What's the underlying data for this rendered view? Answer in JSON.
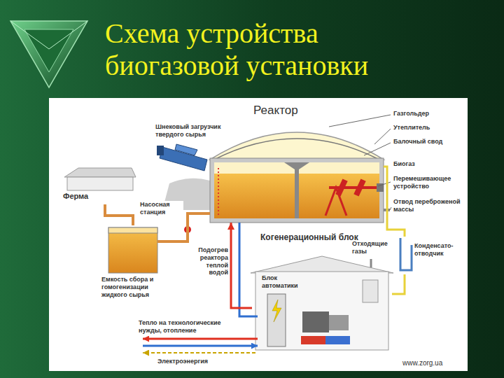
{
  "diagram": {
    "title": "Схема устройства биогазовой установки",
    "nodes": [
      {
        "text": [
          "Ферма"
        ]
      },
      {
        "text": [
          "Емкость сбора и гомогенизации жидкого сырья"
        ]
      },
      {
        "text": [
          "Реактор"
        ]
      },
      {
        "text": [
          "Когенерационный блок"
        ]
      },
      {
        "text": [
          "Блок автоматики"
        ],
        "in": 3
      },
      {
        "text": [
          "Конденсато-отводчик"
        ]
      }
    ],
    "edges": [
      {
        "from": 0,
        "to": 1,
        "arrow": "none"
      },
      {
        "from": 1,
        "to": 2,
        "arrow": "none"
      },
      {
        "from": 2,
        "to": 5,
        "arrow": "none"
      },
      {
        "from": 5,
        "to": 3,
        "arrow": "none"
      },
      {
        "from": 3,
        "to": 2,
        "arrow": "to"
      }
    ],
    "labels": [
      "Шнековый загрузчик твердого сырья",
      "Газгольдер",
      "Утеплитель",
      "Балочный свод",
      "Биогаз",
      "Перемешивающее устройство",
      "Отвод переброженой массы",
      "Насосная станция",
      "Подогрев реактора теплой водой",
      "Отходящие газы",
      "Тепло на технологические нужды, отопление",
      "Электроэнергия",
      "www.zorg.ua"
    ]
  }
}
